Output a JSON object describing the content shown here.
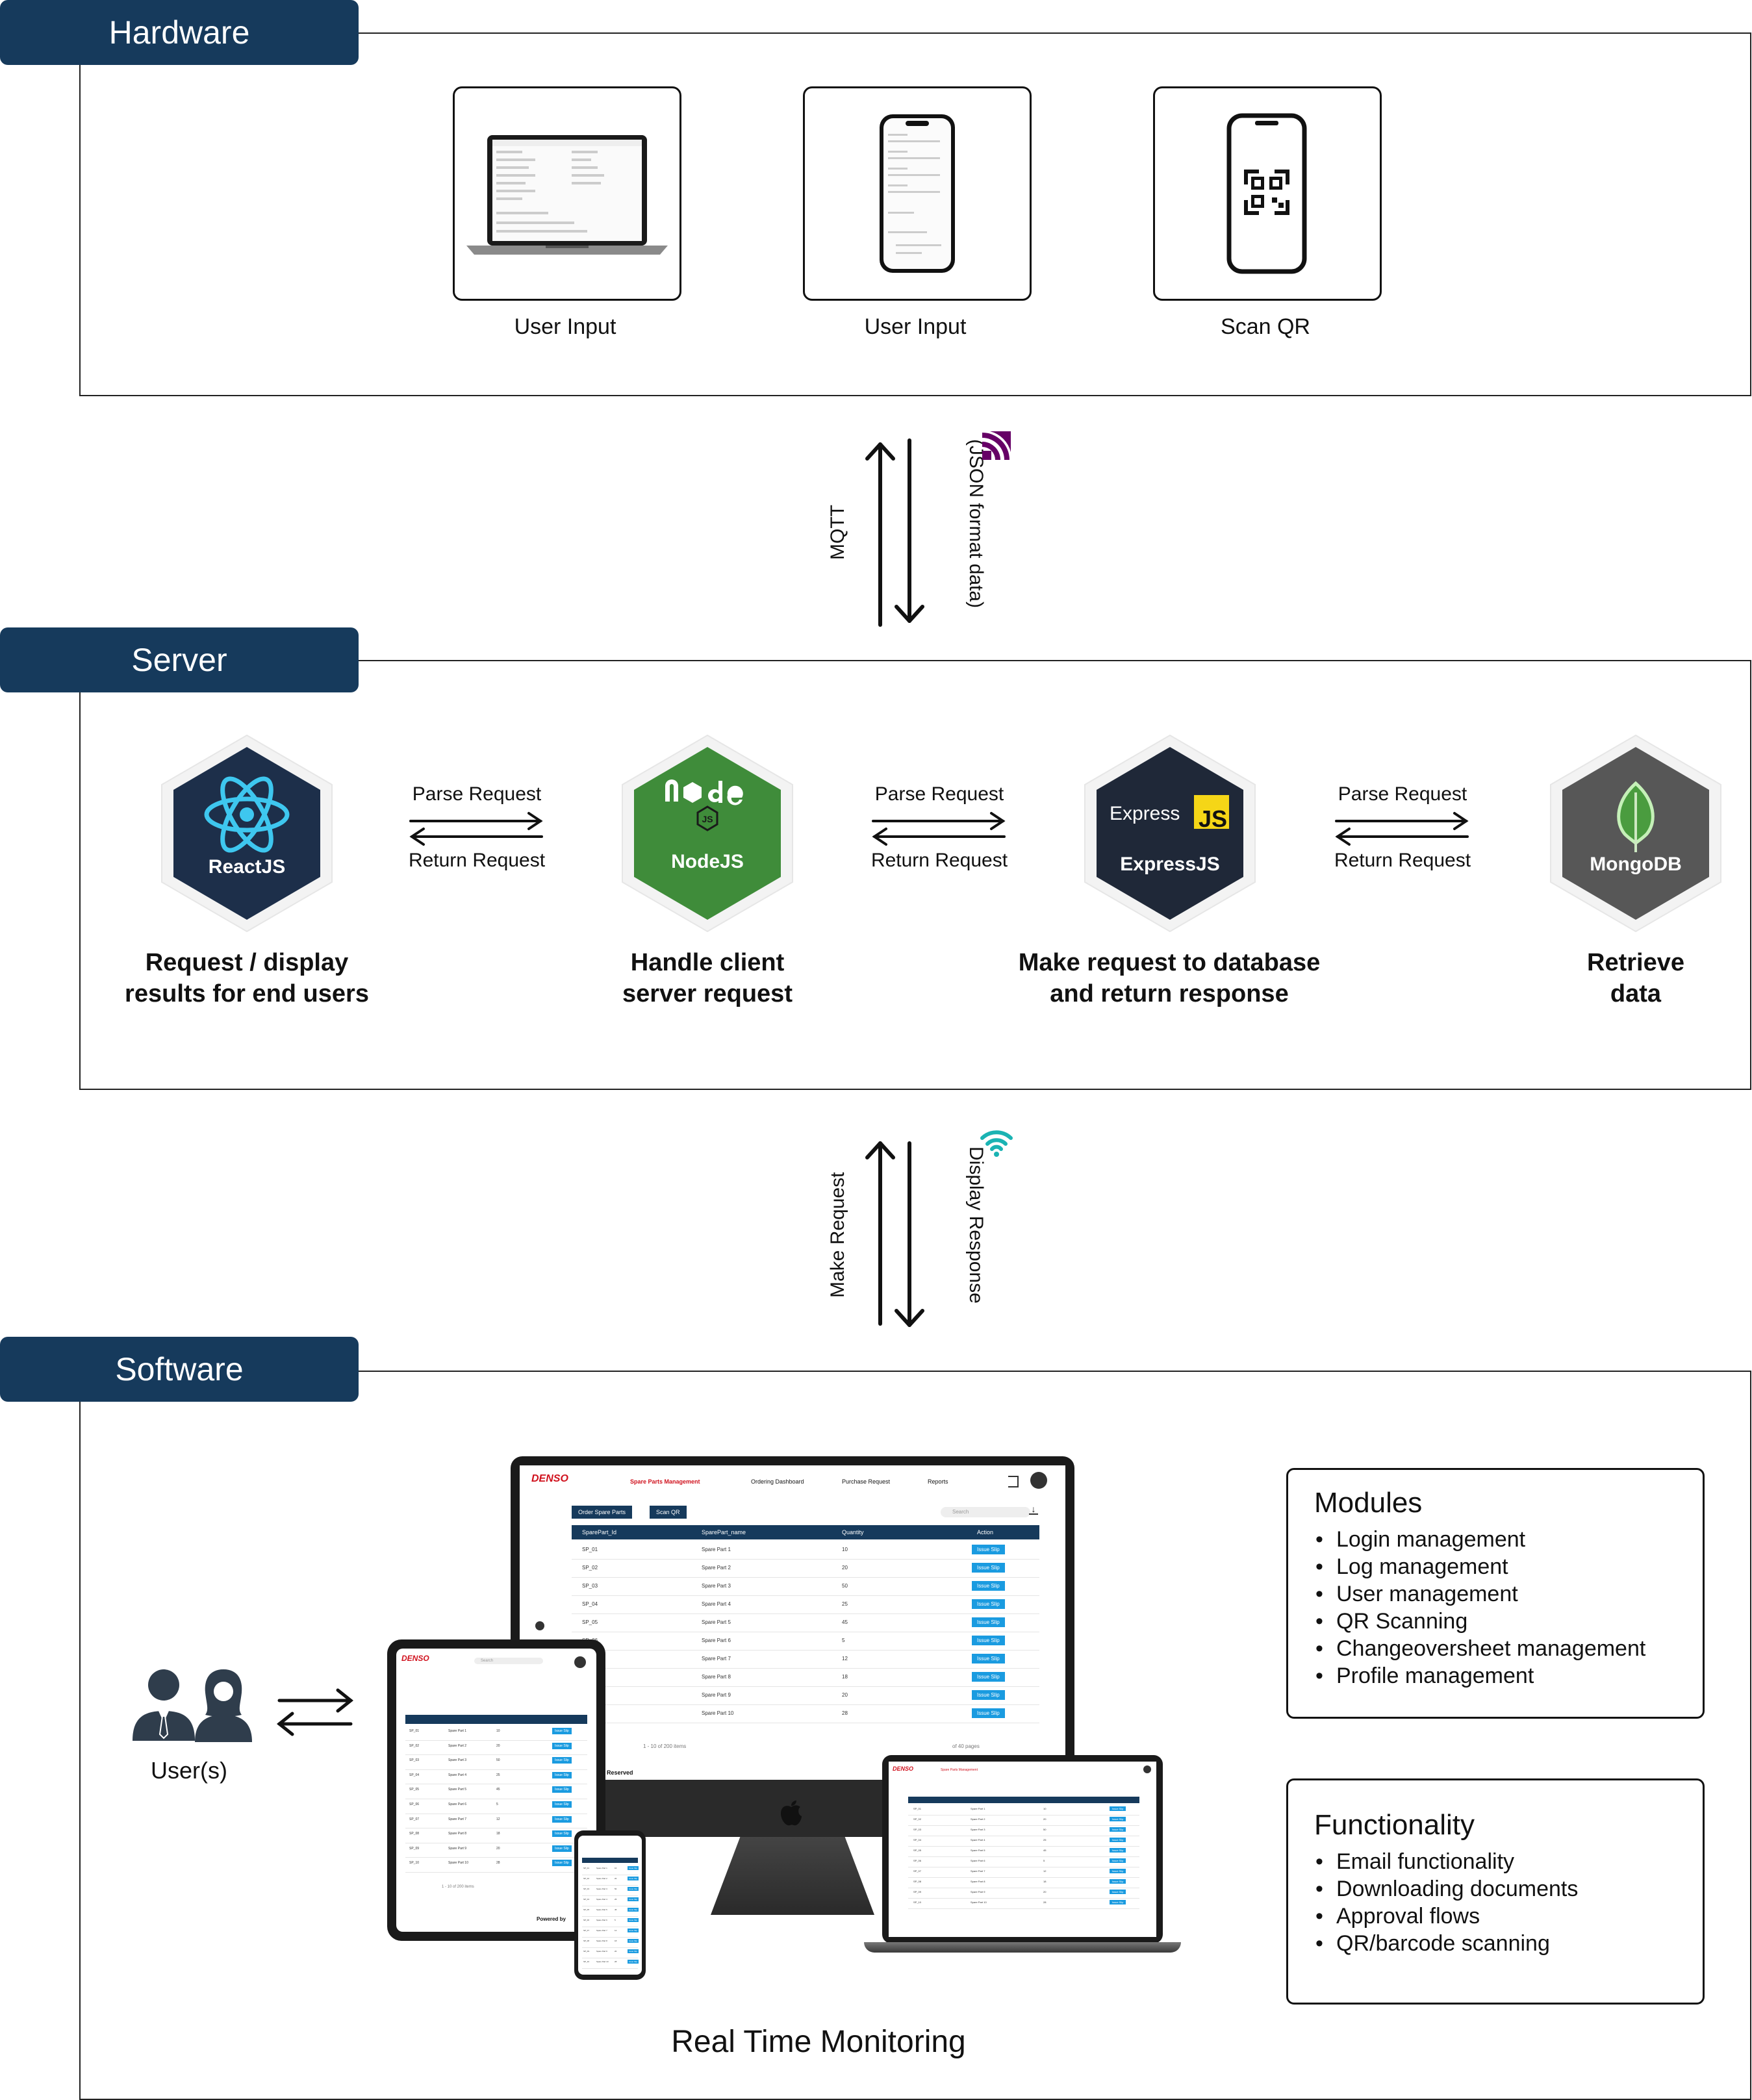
{
  "hardware": {
    "tag": "Hardware",
    "devices": [
      {
        "label": "User Input"
      },
      {
        "label": "User Input"
      },
      {
        "label": "Scan QR"
      }
    ]
  },
  "link_top": {
    "left_label": "MQTT",
    "right_label": "(JSON format data)"
  },
  "server": {
    "tag": "Server",
    "nodes": [
      {
        "name": "ReactJS",
        "desc_line1": "Request / display",
        "desc_line2": "results for end users"
      },
      {
        "name": "NodeJS",
        "desc_line1": "Handle client",
        "desc_line2": "server request"
      },
      {
        "name": "ExpressJS",
        "desc_line1": "Make request to database",
        "desc_line2": "and return response",
        "logo_text": "Express",
        "badge": "JS"
      },
      {
        "name": "MongoDB",
        "desc_line1": "Retrieve",
        "desc_line2": "data"
      }
    ],
    "connectors": [
      {
        "top": "Parse Request",
        "bottom": "Return Request"
      },
      {
        "top": "Parse Request",
        "bottom": "Return Request"
      },
      {
        "top": "Parse Request",
        "bottom": "Return Request"
      }
    ]
  },
  "link_bottom": {
    "left_label": "Make Request",
    "right_label": "Display Response"
  },
  "software": {
    "tag": "Software",
    "users_label": "User(s)",
    "caption": "Real Time Monitoring",
    "screen": {
      "brand": "DENSO",
      "nav": [
        "Spare Parts Management",
        "Ordering Dashboard",
        "Purchase Request",
        "Reports"
      ],
      "buttons": [
        "Order Spare Parts",
        "Scan QR"
      ],
      "search_placeholder": "Search",
      "columns": [
        "SparePart_Id",
        "SparePart_name",
        "Quantity",
        "Action"
      ],
      "rows": [
        [
          "SP_01",
          "Spare Part 1",
          "10"
        ],
        [
          "SP_02",
          "Spare Part 2",
          "20"
        ],
        [
          "SP_03",
          "Spare Part 3",
          "50"
        ],
        [
          "SP_04",
          "Spare Part 4",
          "25"
        ],
        [
          "SP_05",
          "Spare Part 5",
          "45"
        ],
        [
          "SP_06",
          "Spare Part 6",
          "5"
        ],
        [
          "SP_07",
          "Spare Part 7",
          "12"
        ],
        [
          "SP_08",
          "Spare Part 8",
          "18"
        ],
        [
          "SP_09",
          "Spare Part 9",
          "20"
        ],
        [
          "SP_10",
          "Spare Part 10",
          "28"
        ]
      ],
      "action_label": "Issue Slip",
      "pagination": "1 - 10 of 200 items",
      "pages": "of 40 pages",
      "footer": "Reserved",
      "powered": "Powered by"
    },
    "modules": {
      "title": "Modules",
      "items": [
        "Login management",
        "Log management",
        "User management",
        "QR Scanning",
        "Changeoversheet management",
        "Profile management"
      ]
    },
    "functionality": {
      "title": "Functionality",
      "items": [
        "Email functionality",
        "Downloading documents",
        "Approval flows",
        "QR/barcode scanning"
      ]
    }
  },
  "colors": {
    "tag_bg": "#163a5c",
    "react_hex": "#1d2f4a",
    "react_logo": "#3ec7ef",
    "node_hex": "#3f8c3a",
    "express_hex": "#1f2838",
    "js_badge": "#f5d617",
    "mongo_hex": "#575757",
    "mongo_leaf": "#4a9c3f",
    "mqtt_icon": "#660066",
    "wifi_icon": "#1ab3b3",
    "table_header": "#163a5c",
    "action_button": "#1a9be0"
  }
}
